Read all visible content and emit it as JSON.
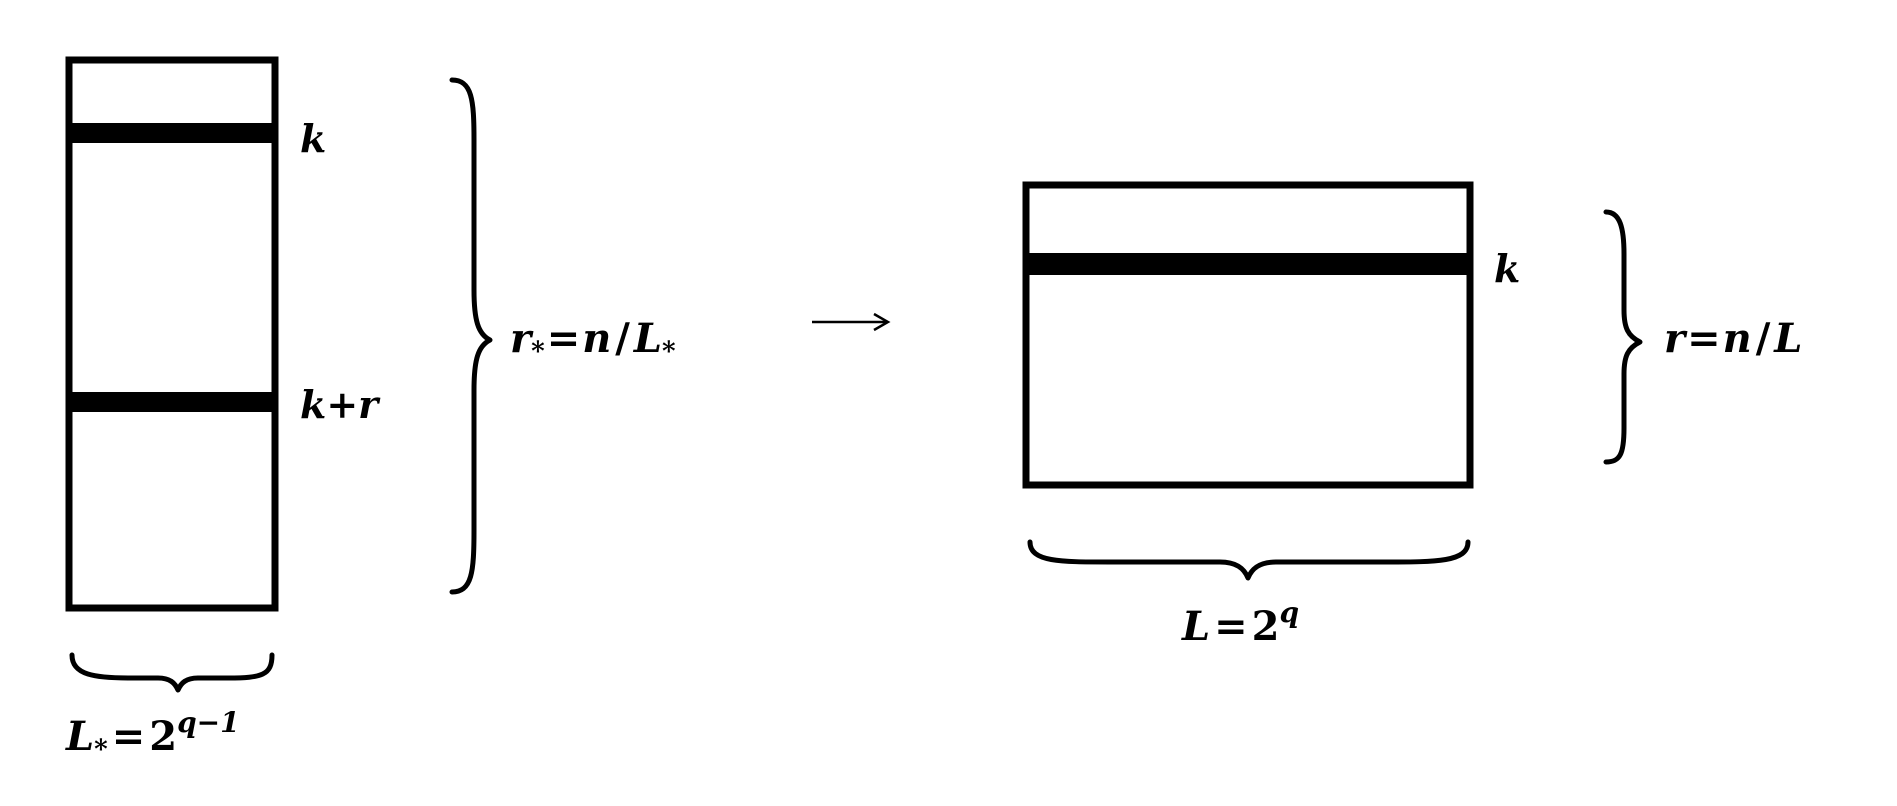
{
  "left_array": {
    "row_top_label": "k",
    "row_bottom_label": "k+r",
    "width_label": {
      "base": "L",
      "base_subscript": "*",
      "equals": "=",
      "value": "2",
      "exponent": "q−1"
    },
    "height_label": {
      "symbol": "r",
      "symbol_subscript": "*",
      "equals": "=",
      "numerator": "n",
      "slash": "/",
      "denominator": "L",
      "denominator_subscript": "*"
    }
  },
  "arrow": {
    "symbol": "⟶"
  },
  "right_array": {
    "row_label": "k",
    "width_label": {
      "base": "L",
      "equals": "=",
      "value": "2",
      "exponent": "q"
    },
    "height_label": {
      "symbol": "r",
      "equals": "=",
      "numerator": "n",
      "slash": "/",
      "denominator": "L"
    }
  }
}
